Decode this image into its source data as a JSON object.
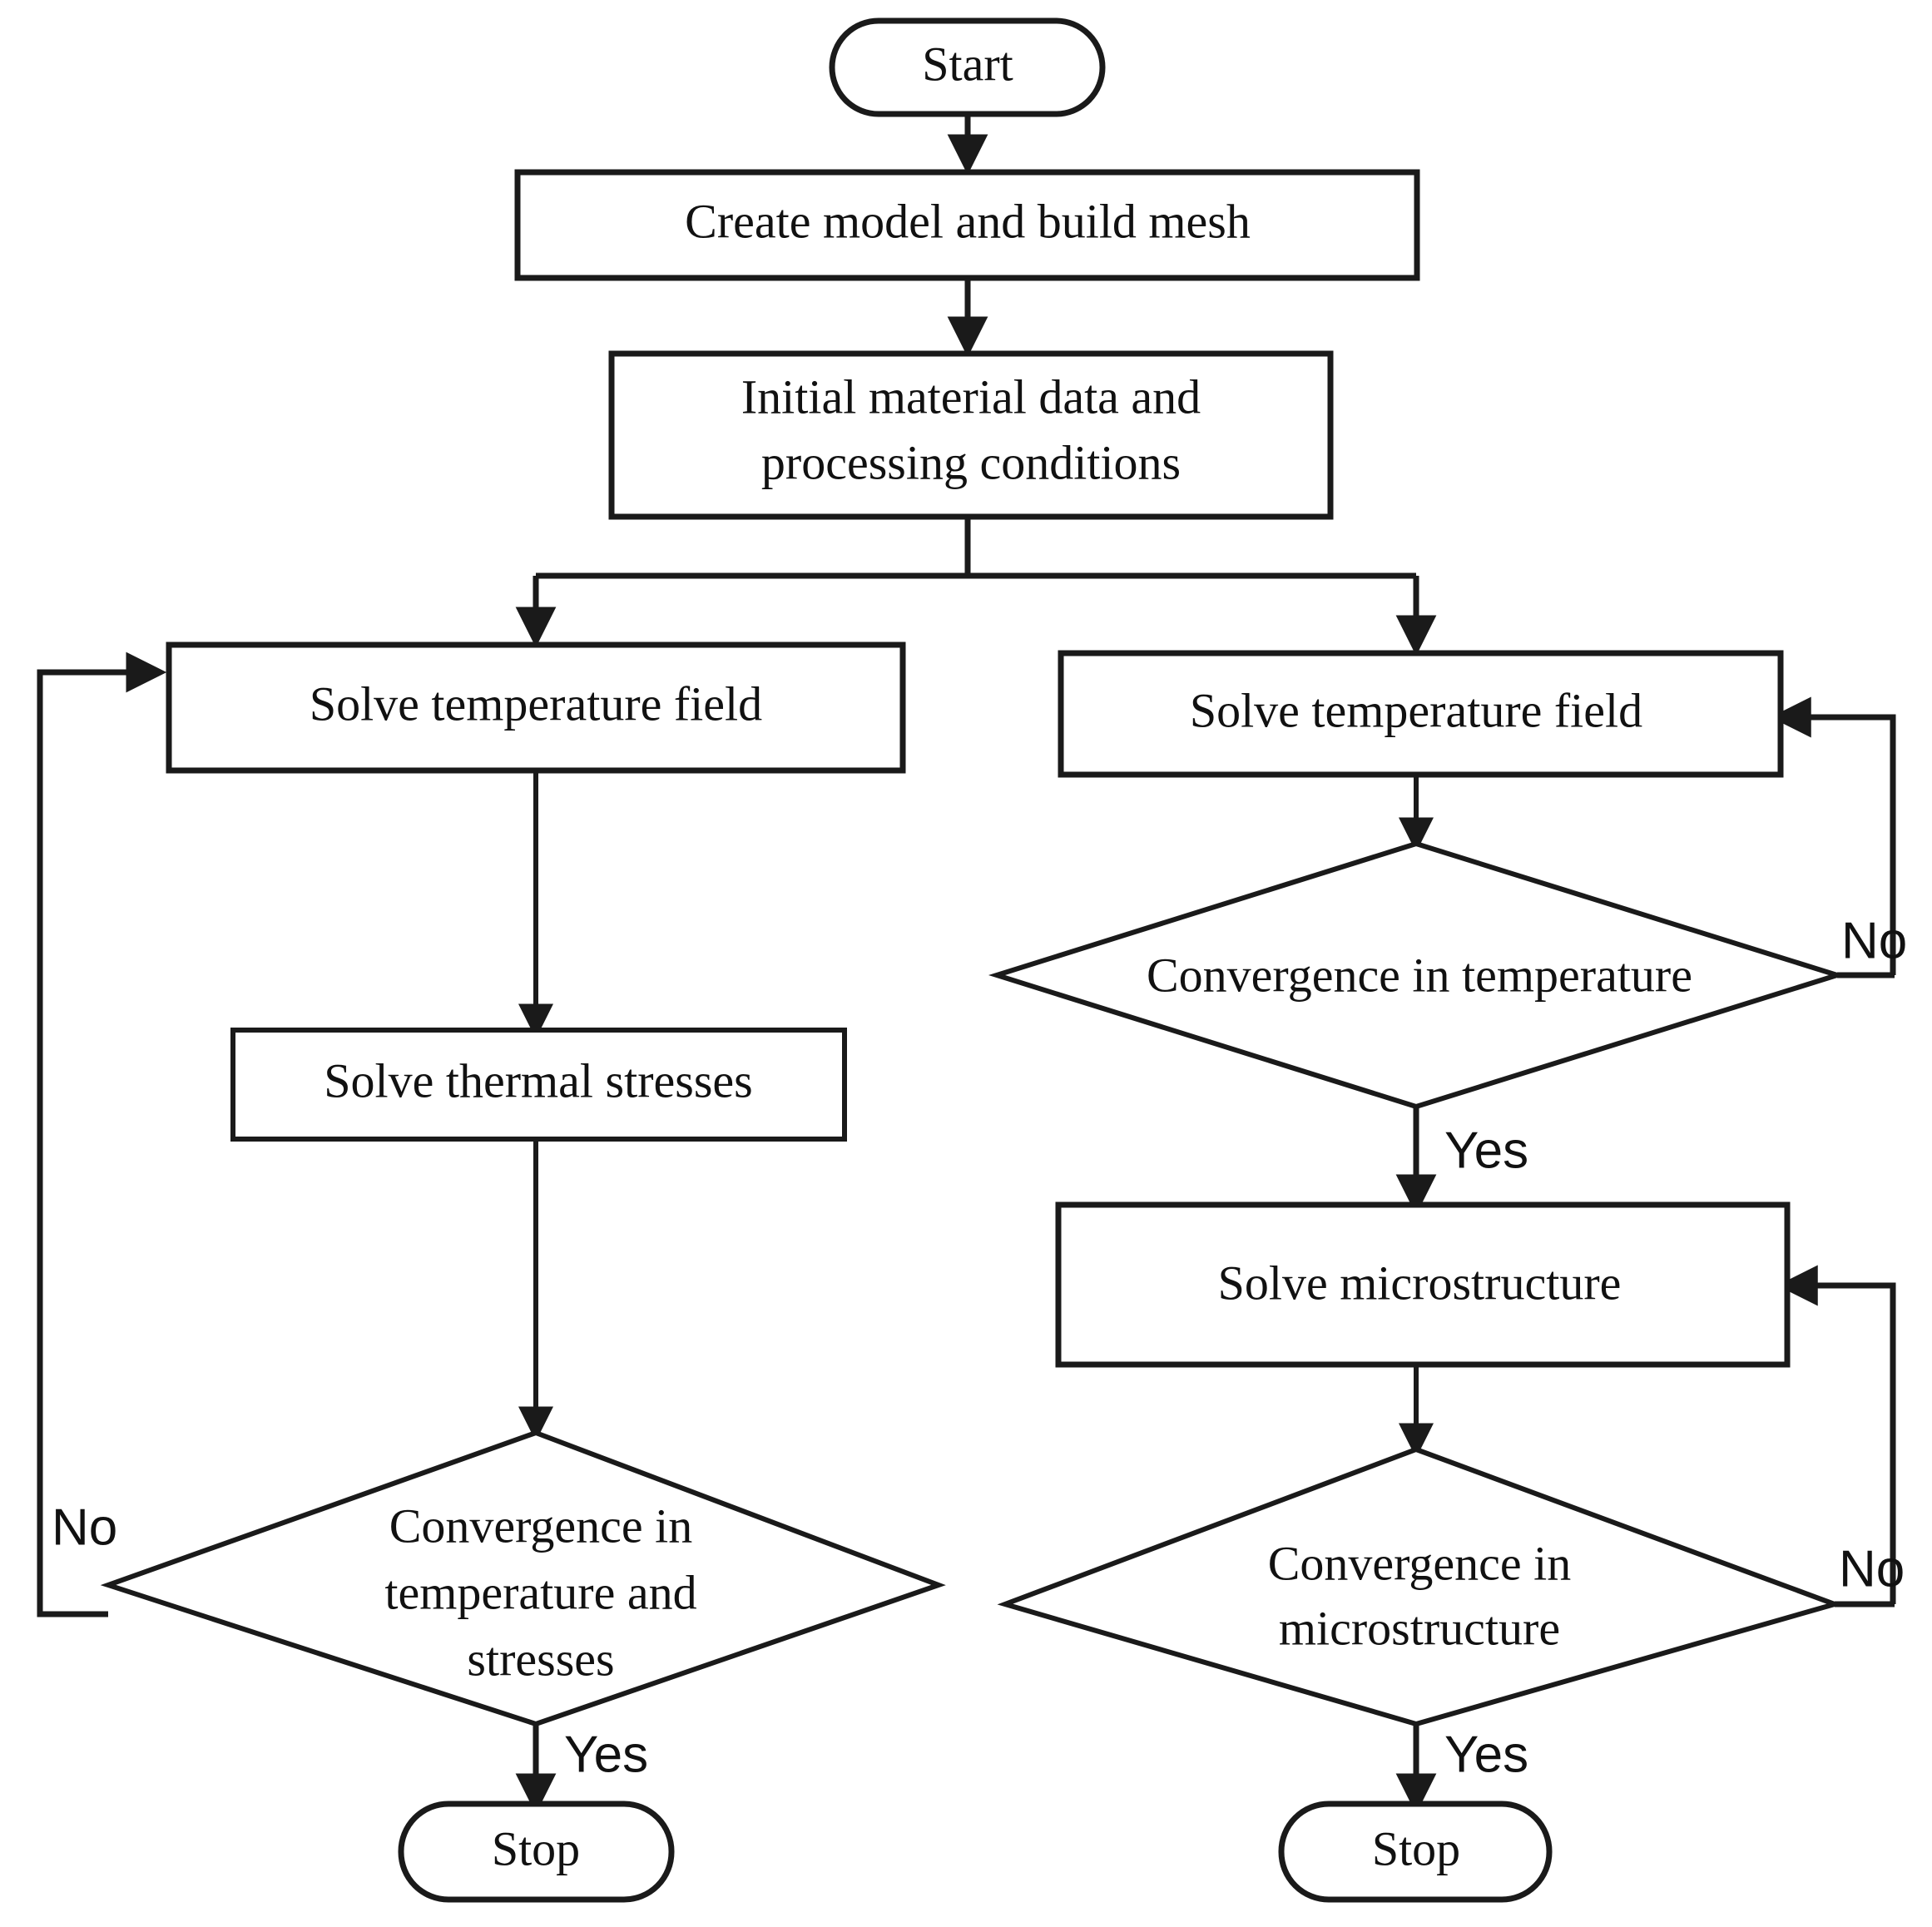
{
  "diagram": {
    "type": "flowchart",
    "title": "Coupled thermal-stress and thermal-microstructure simulation workflow",
    "orientation": "top-down, two parallel branches",
    "colors": {
      "background": "#ffffff",
      "stroke": "#1a1a1a",
      "text": "#111111",
      "fill": "#ffffff"
    },
    "nodes": {
      "start": {
        "label": "Start",
        "shape": "terminator"
      },
      "create_model": {
        "label": "Create model and build mesh",
        "shape": "process"
      },
      "initial_data": {
        "label_line1": "Initial material data and",
        "label_line2": "processing conditions",
        "shape": "process"
      },
      "left_solve_temp": {
        "label": "Solve temperature field",
        "shape": "process"
      },
      "left_solve_stress": {
        "label": "Solve thermal stresses",
        "shape": "process"
      },
      "left_decision": {
        "label_line1": "Convergence in",
        "label_line2": "temperature and",
        "label_line3": "stresses",
        "shape": "decision"
      },
      "left_stop": {
        "label": "Stop",
        "shape": "terminator"
      },
      "right_solve_temp": {
        "label": "Solve temperature field",
        "shape": "process"
      },
      "right_decision_temp": {
        "label": "Convergence in temperature",
        "shape": "decision"
      },
      "right_solve_micro": {
        "label": "Solve microstructure",
        "shape": "process"
      },
      "right_decision_micro": {
        "label_line1": "Convergence in",
        "label_line2": "microstructure",
        "shape": "decision"
      },
      "right_stop": {
        "label": "Stop",
        "shape": "terminator"
      }
    },
    "branch_labels": {
      "left_no": "No",
      "left_yes": "Yes",
      "right_temp_no": "No",
      "right_temp_yes": "Yes",
      "right_micro_no": "No",
      "right_micro_yes": "Yes"
    },
    "edges": [
      {
        "from": "start",
        "to": "create_model",
        "label": ""
      },
      {
        "from": "create_model",
        "to": "initial_data",
        "label": ""
      },
      {
        "from": "initial_data",
        "to": "left_solve_temp",
        "label": ""
      },
      {
        "from": "initial_data",
        "to": "right_solve_temp",
        "label": ""
      },
      {
        "from": "left_solve_temp",
        "to": "left_solve_stress",
        "label": ""
      },
      {
        "from": "left_solve_stress",
        "to": "left_decision",
        "label": ""
      },
      {
        "from": "left_decision",
        "to": "left_stop",
        "label": "Yes"
      },
      {
        "from": "left_decision",
        "to": "left_solve_temp",
        "label": "No"
      },
      {
        "from": "right_solve_temp",
        "to": "right_decision_temp",
        "label": ""
      },
      {
        "from": "right_decision_temp",
        "to": "right_solve_micro",
        "label": "Yes"
      },
      {
        "from": "right_decision_temp",
        "to": "right_solve_temp",
        "label": "No"
      },
      {
        "from": "right_solve_micro",
        "to": "right_decision_micro",
        "label": ""
      },
      {
        "from": "right_decision_micro",
        "to": "right_stop",
        "label": "Yes"
      },
      {
        "from": "right_decision_micro",
        "to": "right_solve_micro",
        "label": "No"
      }
    ]
  }
}
